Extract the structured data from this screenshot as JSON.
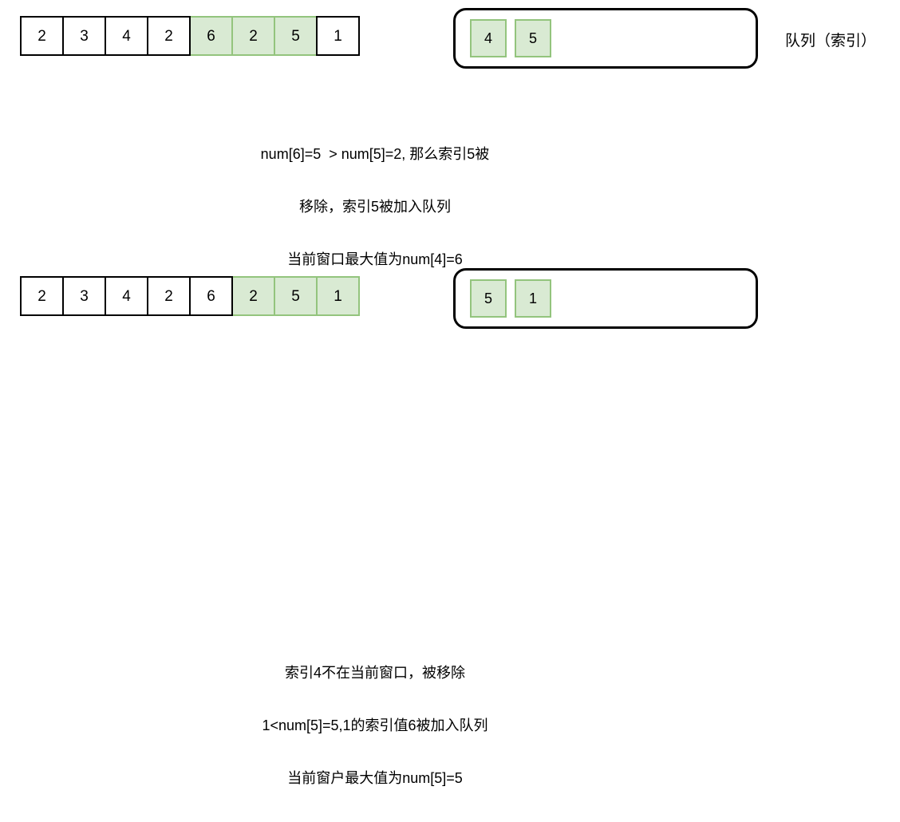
{
  "diagram": {
    "title_label": "队列（索引）",
    "steps": [
      {
        "id": "step-1",
        "array": {
          "values": [
            "2",
            "3",
            "4",
            "2",
            "6",
            "2",
            "5",
            "1"
          ],
          "highlighted": [
            false,
            false,
            false,
            false,
            true,
            true,
            true,
            false
          ]
        },
        "queue": {
          "items": [
            "4",
            "5"
          ]
        },
        "caption": {
          "lines": [
            "num[6]=5  > num[5]=2, 那么索引5被",
            "移除，索引5被加入队列",
            "当前窗口最大值为num[4]=6"
          ]
        }
      },
      {
        "id": "step-2",
        "array": {
          "values": [
            "2",
            "3",
            "4",
            "2",
            "6",
            "2",
            "5",
            "1"
          ],
          "highlighted": [
            false,
            false,
            false,
            false,
            false,
            true,
            true,
            true
          ]
        },
        "queue": {
          "items": [
            "5",
            "1"
          ]
        },
        "caption": {
          "lines": [
            "索引4不在当前窗口，被移除",
            "1<num[5]=5,1的索引值6被加入队列",
            "当前窗户最大值为num[5]=5"
          ]
        }
      }
    ],
    "colors": {
      "highlight_fill": "#d9ead3",
      "highlight_border": "#93c47d",
      "cell_border": "#000000",
      "background": "#ffffff",
      "text": "#000000"
    }
  }
}
